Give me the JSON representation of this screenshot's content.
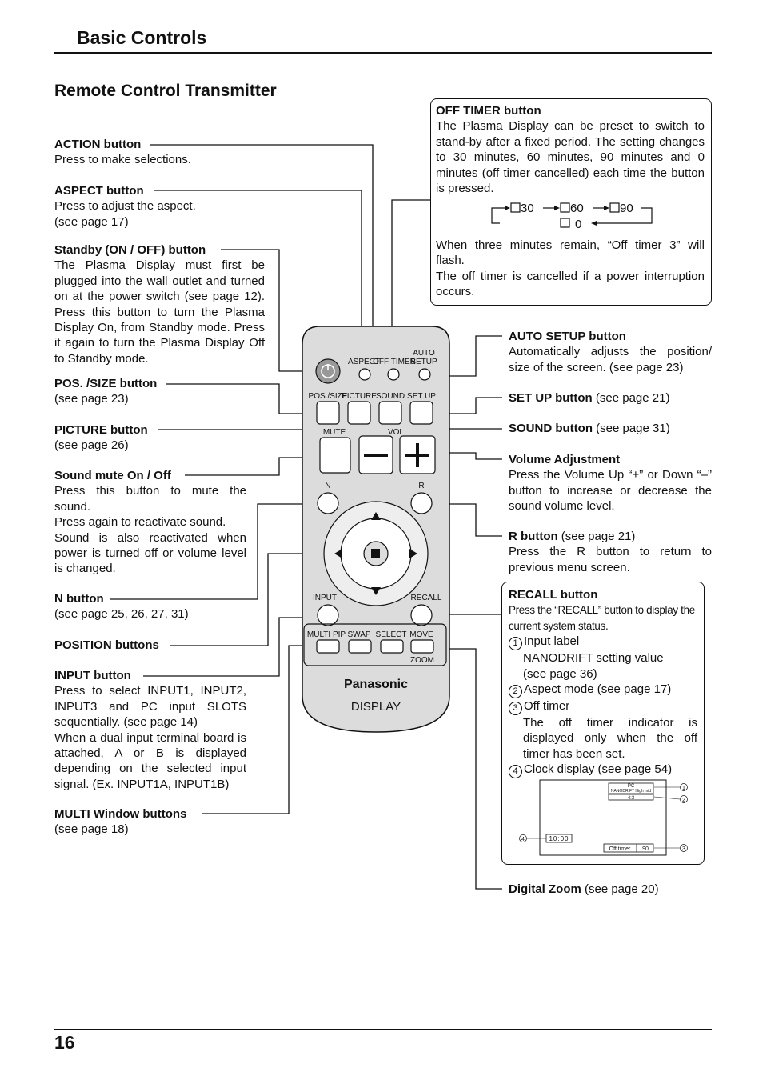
{
  "header": {
    "section_title": "Basic Controls",
    "page_title": "Remote Control Transmitter",
    "page_number": "16"
  },
  "left": {
    "action": {
      "label": "ACTION button",
      "desc": "Press to make selections."
    },
    "aspect": {
      "label": "ASPECT button",
      "desc1": "Press to adjust the aspect.",
      "desc2": "(see page 17)"
    },
    "standby": {
      "label": "Standby (ON / OFF) button",
      "desc": "The Plasma Display must first be plugged into the wall outlet and turned on at the power switch (see page 12). Press this button to turn the Plasma Display On, from Standby mode. Press it again to turn the Plasma Display Off to Standby mode."
    },
    "pos_size": {
      "label": "POS. /SIZE button",
      "desc": "(see page 23)"
    },
    "picture": {
      "label": "PICTURE button",
      "desc": "(see page 26)"
    },
    "mute": {
      "label": "Sound mute On / Off",
      "desc1": "Press this button to mute the sound.",
      "desc2": "Press again to reactivate sound.",
      "desc3": "Sound is also reactivated when power is turned off or volume level is changed."
    },
    "n_button": {
      "label": "N button",
      "desc": "(see page 25, 26, 27, 31)"
    },
    "position": {
      "label": "POSITION buttons"
    },
    "input": {
      "label": "INPUT button",
      "desc1": "Press to select INPUT1, INPUT2, INPUT3 and PC input SLOTS sequentially. (see page 14)",
      "desc2": "When a dual input terminal board is attached, A or B is displayed depending on the selected input signal. (Ex. INPUT1A, INPUT1B)"
    },
    "multi": {
      "label": "MULTI Window buttons",
      "desc": "(see page 18)"
    }
  },
  "right": {
    "off_timer": {
      "label": "OFF TIMER button",
      "desc": "The Plasma Display can be preset to switch to stand-by after a fixed period. The setting changes to 30 minutes, 60 minutes, 90 minutes and 0 minutes (off timer cancelled) each time the button is pressed.",
      "cycle": [
        "30",
        "60",
        "90",
        "0"
      ],
      "note1": "When three minutes remain, “Off timer 3” will flash.",
      "note2": "The off timer is cancelled if a power interruption occurs."
    },
    "auto_setup": {
      "label": "AUTO SETUP button",
      "desc": "Automatically adjusts the position/ size of the screen. (see page 23)"
    },
    "set_up": {
      "label": "SET UP button",
      "desc": " (see page 21)"
    },
    "sound": {
      "label": "SOUND button",
      "desc": " (see page 31)"
    },
    "volume": {
      "label": "Volume Adjustment",
      "desc": "Press the Volume Up “+” or Down “–” button to increase or decrease the sound volume level."
    },
    "r_button": {
      "label": "R button",
      "desc1": " (see page 21)",
      "desc2": "Press the R button to return to previous menu screen."
    },
    "recall": {
      "label": "RECALL button",
      "desc": "Press the “RECALL” button to display the current system status.",
      "items": [
        {
          "num": "1",
          "text": "Input label"
        },
        {
          "num": "",
          "text": "NANODRIFT setting value"
        },
        {
          "num": "",
          "text": "(see page 36)"
        },
        {
          "num": "2",
          "text": "Aspect mode (see page 17)"
        },
        {
          "num": "3",
          "text": "Off timer"
        },
        {
          "num": "",
          "text": "The off timer indicator is displayed only when the off timer has been set."
        },
        {
          "num": "4",
          "text": "Clock display (see page 54)"
        }
      ],
      "screen": {
        "input": "PC",
        "nanodrift": "NANODRIFT  High mid",
        "aspect": "4:3",
        "clock": "10:00",
        "timer_label": "Off  timer",
        "timer_value": "90",
        "m1": "1",
        "m2": "2",
        "m3": "3",
        "m4": "4"
      }
    },
    "digital_zoom": {
      "label": "Digital Zoom",
      "desc": " (see page 20)"
    }
  },
  "remote": {
    "aspect": "ASPECT",
    "off_timer": "OFF TIMER",
    "auto": "AUTO",
    "setup1": "SETUP",
    "pos_size": "POS./SIZE",
    "picture": "PICTURE",
    "sound": "SOUND",
    "set_up": "SET UP",
    "mute": "MUTE",
    "vol": "VOL",
    "n": "N",
    "r": "R",
    "input": "INPUT",
    "recall": "RECALL",
    "multi_pip": "MULTI PIP",
    "swap": "SWAP",
    "select": "SELECT",
    "move": "MOVE",
    "zoom": "ZOOM",
    "brand": "Panasonic",
    "display": "DISPLAY"
  }
}
